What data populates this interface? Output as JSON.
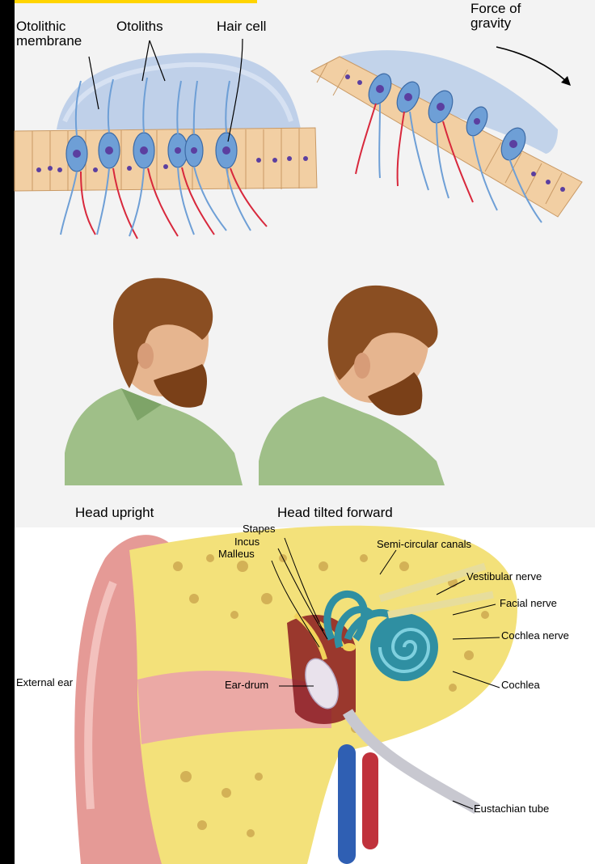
{
  "utricle": {
    "labels": {
      "otolithic_membrane": "Otolithic membrane",
      "otoliths": "Otoliths",
      "hair_cell": "Hair cell",
      "force_of_gravity": "Force of gravity"
    },
    "captions": {
      "head_upright": "Head upright",
      "head_tilted": "Head tilted forward"
    }
  },
  "ear": {
    "labels": {
      "stapes": "Stapes",
      "incus": "Incus",
      "malleus": "Malleus",
      "semi_circular_canals": "Semi-circular canals",
      "vestibular_nerve": "Vestibular nerve",
      "facial_nerve": "Facial nerve",
      "cochlea_nerve": "Cochlea nerve",
      "external_ear": "External ear",
      "ear_drum": "Ear-drum",
      "cochlea": "Cochlea",
      "eustachian_tube": "Eustachian tube"
    }
  },
  "colors": {
    "background": "#000000",
    "panel": "#f3f3f3",
    "epithelium": "#f2cfa3",
    "hair_cell": "#6e9fd6",
    "nucleus": "#5b3fa0",
    "membrane": "#b9cce8",
    "nerve_red": "#d8283c",
    "bone": "#f3e17a",
    "bone_pores": "#b98a3a",
    "skin": "#e59a96",
    "cochlea": "#2f8fa2",
    "vein": "#2f5fb3",
    "artery": "#c0323c",
    "title_stub": "#ffd400"
  }
}
